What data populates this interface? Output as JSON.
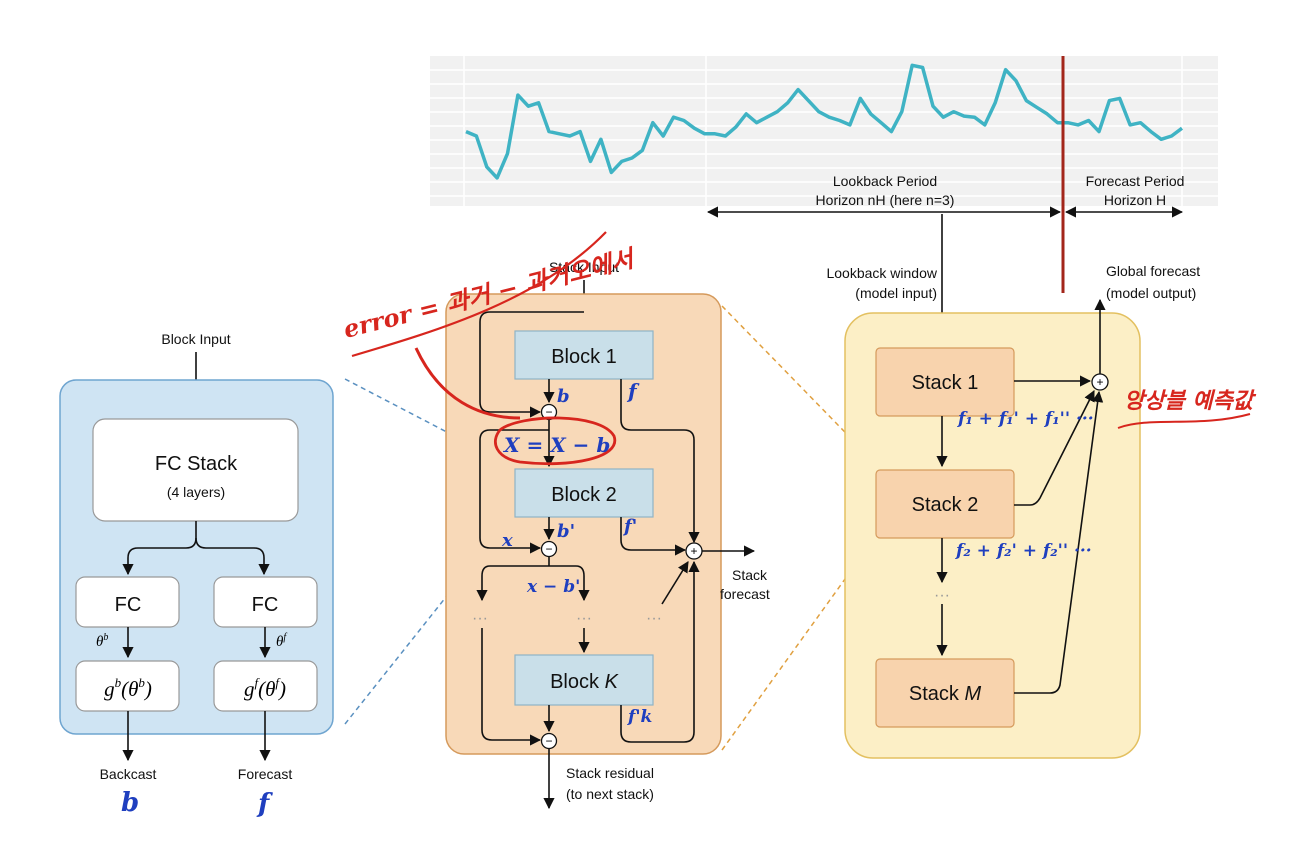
{
  "timeseries": {
    "lookback_label_1": "Lookback Period",
    "lookback_label_2": "Horizon nH (here n=3)",
    "forecast_label_1": "Forecast Period",
    "forecast_label_2": "Horizon H",
    "series_color": "#3fb3c4",
    "marker_color": "#a3261b",
    "values": [
      0.62,
      0.58,
      0.3,
      0.2,
      0.42,
      0.95,
      0.85,
      0.88,
      0.62,
      0.6,
      0.58,
      0.62,
      0.35,
      0.55,
      0.25,
      0.35,
      0.38,
      0.45,
      0.7,
      0.58,
      0.75,
      0.72,
      0.65,
      0.6,
      0.6,
      0.58,
      0.66,
      0.78,
      0.7,
      0.75,
      0.8,
      0.88,
      1.0,
      0.9,
      0.8,
      0.75,
      0.72,
      0.68,
      0.92,
      0.78,
      0.7,
      0.62,
      0.8,
      1.22,
      1.2,
      0.85,
      0.75,
      0.8,
      0.76,
      0.75,
      0.68,
      0.88,
      1.18,
      1.08,
      0.9,
      0.84,
      0.78,
      0.7,
      0.7,
      0.68,
      0.72,
      0.62,
      0.9,
      0.92,
      0.68,
      0.7,
      0.62,
      0.55,
      0.58,
      0.65
    ]
  },
  "block_panel": {
    "title": "Block Input",
    "fc_stack": "FC Stack",
    "fc_stack_sub": "(4 layers)",
    "fc_left": "FC",
    "fc_right": "FC",
    "theta_b": "θ",
    "theta_b_sup": "b",
    "theta_f": "θ",
    "theta_f_sup": "f",
    "g_left": "g",
    "g_left_sup": "b",
    "g_left_arg": "(θ",
    "g_left_arg_sup": "b",
    "g_left_close": ")",
    "g_right": "g",
    "g_right_sup": "f",
    "g_right_arg": "(θ",
    "g_right_arg_sup": "f",
    "g_right_close": ")",
    "backcast": "Backcast",
    "forecast": "Forecast",
    "note_b": "b",
    "note_f": "f",
    "bg_color": "#cfe4f3"
  },
  "stack_panel": {
    "title": "Stack Input",
    "block1": "Block 1",
    "block2": "Block 2",
    "blockk_a": "Block ",
    "blockk_b": "K",
    "ellipsis": "···",
    "minus": "−",
    "plus": "+",
    "stack_forecast_1": "Stack",
    "stack_forecast_2": "forecast",
    "residual_1": "Stack residual",
    "residual_2": "(to next stack)",
    "bg_color": "#f8d9b8"
  },
  "model_panel": {
    "lookback_window_1": "Lookback window",
    "lookback_window_2": "(model input)",
    "global_forecast_1": "Global forecast",
    "global_forecast_2": "(model output)",
    "stack1": "Stack 1",
    "stack2": "Stack 2",
    "stackm_a": "Stack ",
    "stackm_b": "M",
    "ellipsis": "···",
    "plus": "+",
    "bg_color": "#fcefc6"
  },
  "annotations": {
    "error_eq": "error = 과거 − 과거오에서",
    "x_eq": "X = X − b",
    "b1": "b",
    "f1": "f",
    "b2": "b'",
    "f2": "f'",
    "x2": "x",
    "x_b2": "x − b'",
    "fk": "f'k",
    "sum1": "f₁ + f₁' + f₁'' ···",
    "sum2": "f₂ + f₂' + f₂'' ···",
    "korean_note": "앙상블 예측값",
    "note_b": "b",
    "note_f": "f"
  }
}
